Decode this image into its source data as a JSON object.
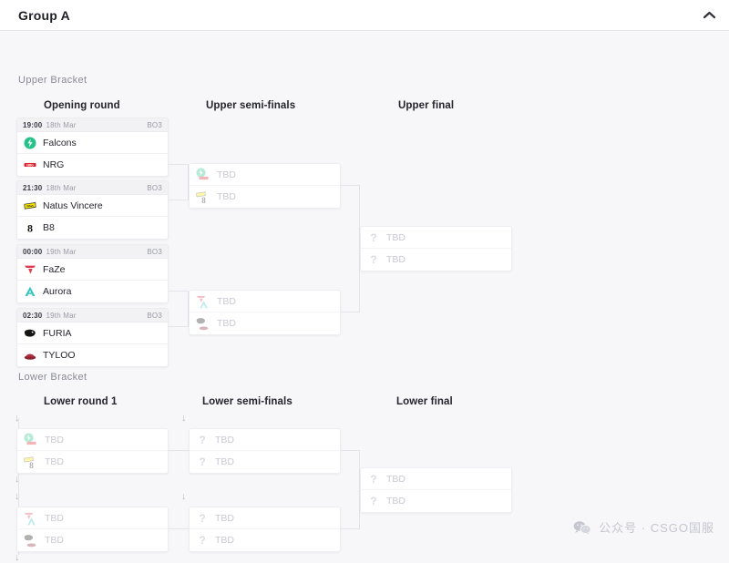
{
  "header": {
    "title": "Group A",
    "collapse_icon": "chevron-up-icon"
  },
  "brackets": {
    "upper_label": "Upper Bracket",
    "lower_label": "Lower Bracket"
  },
  "rounds": {
    "opening": "Opening round",
    "upper_semis": "Upper semi-finals",
    "upper_final": "Upper final",
    "lower_round_1": "Lower round 1",
    "lower_semis": "Lower semi-finals",
    "lower_final": "Lower final"
  },
  "tbd_label": "TBD",
  "arrow_glyph": "↓",
  "matches": {
    "opening": [
      {
        "time": "19:00",
        "date": "18th Mar",
        "format": "BO3",
        "teams": [
          {
            "name": "Falcons",
            "logo": "falcons-logo"
          },
          {
            "name": "NRG",
            "logo": "nrg-logo"
          }
        ]
      },
      {
        "time": "21:30",
        "date": "18th Mar",
        "format": "BO3",
        "teams": [
          {
            "name": "Natus Vincere",
            "logo": "navi-logo"
          },
          {
            "name": "B8",
            "logo": "b8-logo"
          }
        ]
      },
      {
        "time": "00:00",
        "date": "19th Mar",
        "format": "BO3",
        "teams": [
          {
            "name": "FaZe",
            "logo": "faze-logo"
          },
          {
            "name": "Aurora",
            "logo": "aurora-logo"
          }
        ]
      },
      {
        "time": "02:30",
        "date": "19th Mar",
        "format": "BO3",
        "teams": [
          {
            "name": "FURIA",
            "logo": "furia-logo"
          },
          {
            "name": "TYLOO",
            "logo": "tyloo-logo"
          }
        ]
      }
    ],
    "upper_semis": [
      {
        "teams": [
          {
            "name": "TBD",
            "logo": "falcons-nrg-stack"
          },
          {
            "name": "TBD",
            "logo": "navi-b8-stack"
          }
        ]
      },
      {
        "teams": [
          {
            "name": "TBD",
            "logo": "faze-aurora-stack"
          },
          {
            "name": "TBD",
            "logo": "furia-tyloo-stack"
          }
        ]
      }
    ],
    "upper_final": [
      {
        "teams": [
          {
            "name": "TBD",
            "logo": "question-icon"
          },
          {
            "name": "TBD",
            "logo": "question-icon"
          }
        ]
      }
    ],
    "lower_round_1": [
      {
        "teams": [
          {
            "name": "TBD",
            "logo": "falcons-nrg-stack"
          },
          {
            "name": "TBD",
            "logo": "navi-b8-stack"
          }
        ]
      },
      {
        "teams": [
          {
            "name": "TBD",
            "logo": "faze-aurora-stack"
          },
          {
            "name": "TBD",
            "logo": "furia-tyloo-stack"
          }
        ]
      }
    ],
    "lower_semis": [
      {
        "teams": [
          {
            "name": "TBD",
            "logo": "question-icon"
          },
          {
            "name": "TBD",
            "logo": "question-icon"
          }
        ]
      },
      {
        "teams": [
          {
            "name": "TBD",
            "logo": "question-icon"
          },
          {
            "name": "TBD",
            "logo": "question-icon"
          }
        ]
      }
    ],
    "lower_final": [
      {
        "teams": [
          {
            "name": "TBD",
            "logo": "question-icon"
          },
          {
            "name": "TBD",
            "logo": "question-icon"
          }
        ]
      }
    ]
  },
  "watermark": {
    "text": "公众号 · CSGO国服",
    "icon": "wechat-icon"
  },
  "colors": {
    "page_bg": "#f7f7f9",
    "card_bg": "#ffffff",
    "card_border": "#ececf0",
    "meta_bg": "#f2f2f5",
    "connector": "#e4e4ea",
    "tbd_text": "#c9c9d2",
    "falcons_green": "#27c28a",
    "nrg_red": "#e0212c",
    "navi_yellow": "#f5e300",
    "faze_red": "#e03a4e",
    "aurora_teal": "#32c4c0",
    "furia_black": "#151515",
    "tyloo_dark_red": "#8d2232"
  }
}
